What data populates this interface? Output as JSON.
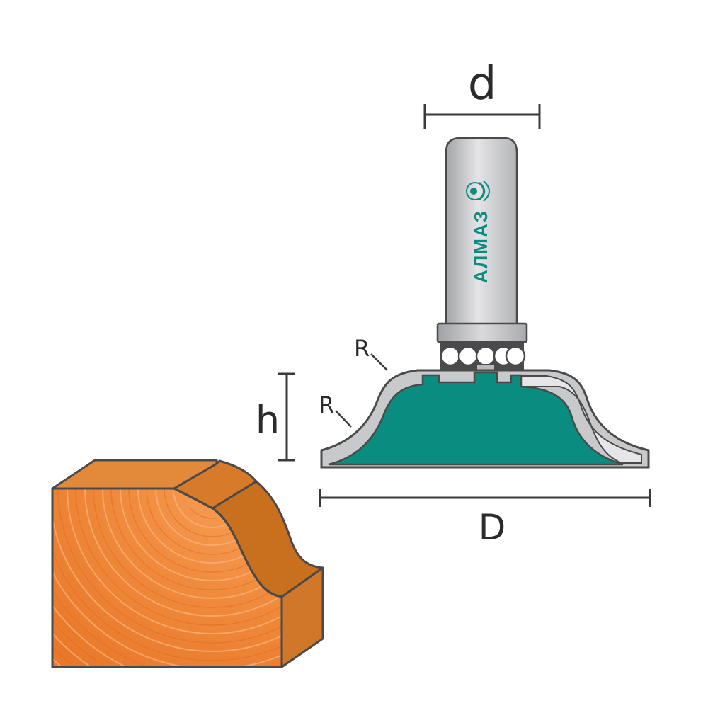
{
  "labels": {
    "shank_diameter": "d",
    "cutter_diameter": "D",
    "height": "h",
    "radius_top": "R",
    "radius_bottom": "R"
  },
  "brand": {
    "name": "АЛМАЗ",
    "logo_icon": "gear-leaf-logo-icon"
  },
  "colors": {
    "steel_light": "#d4d4d6",
    "steel_mid": "#a7a8ab",
    "teal": "#0a8c80",
    "wood_face": "#f08a3c",
    "wood_top": "#e3893a",
    "wood_side": "#c9701f",
    "outline": "#4a4a4a"
  }
}
